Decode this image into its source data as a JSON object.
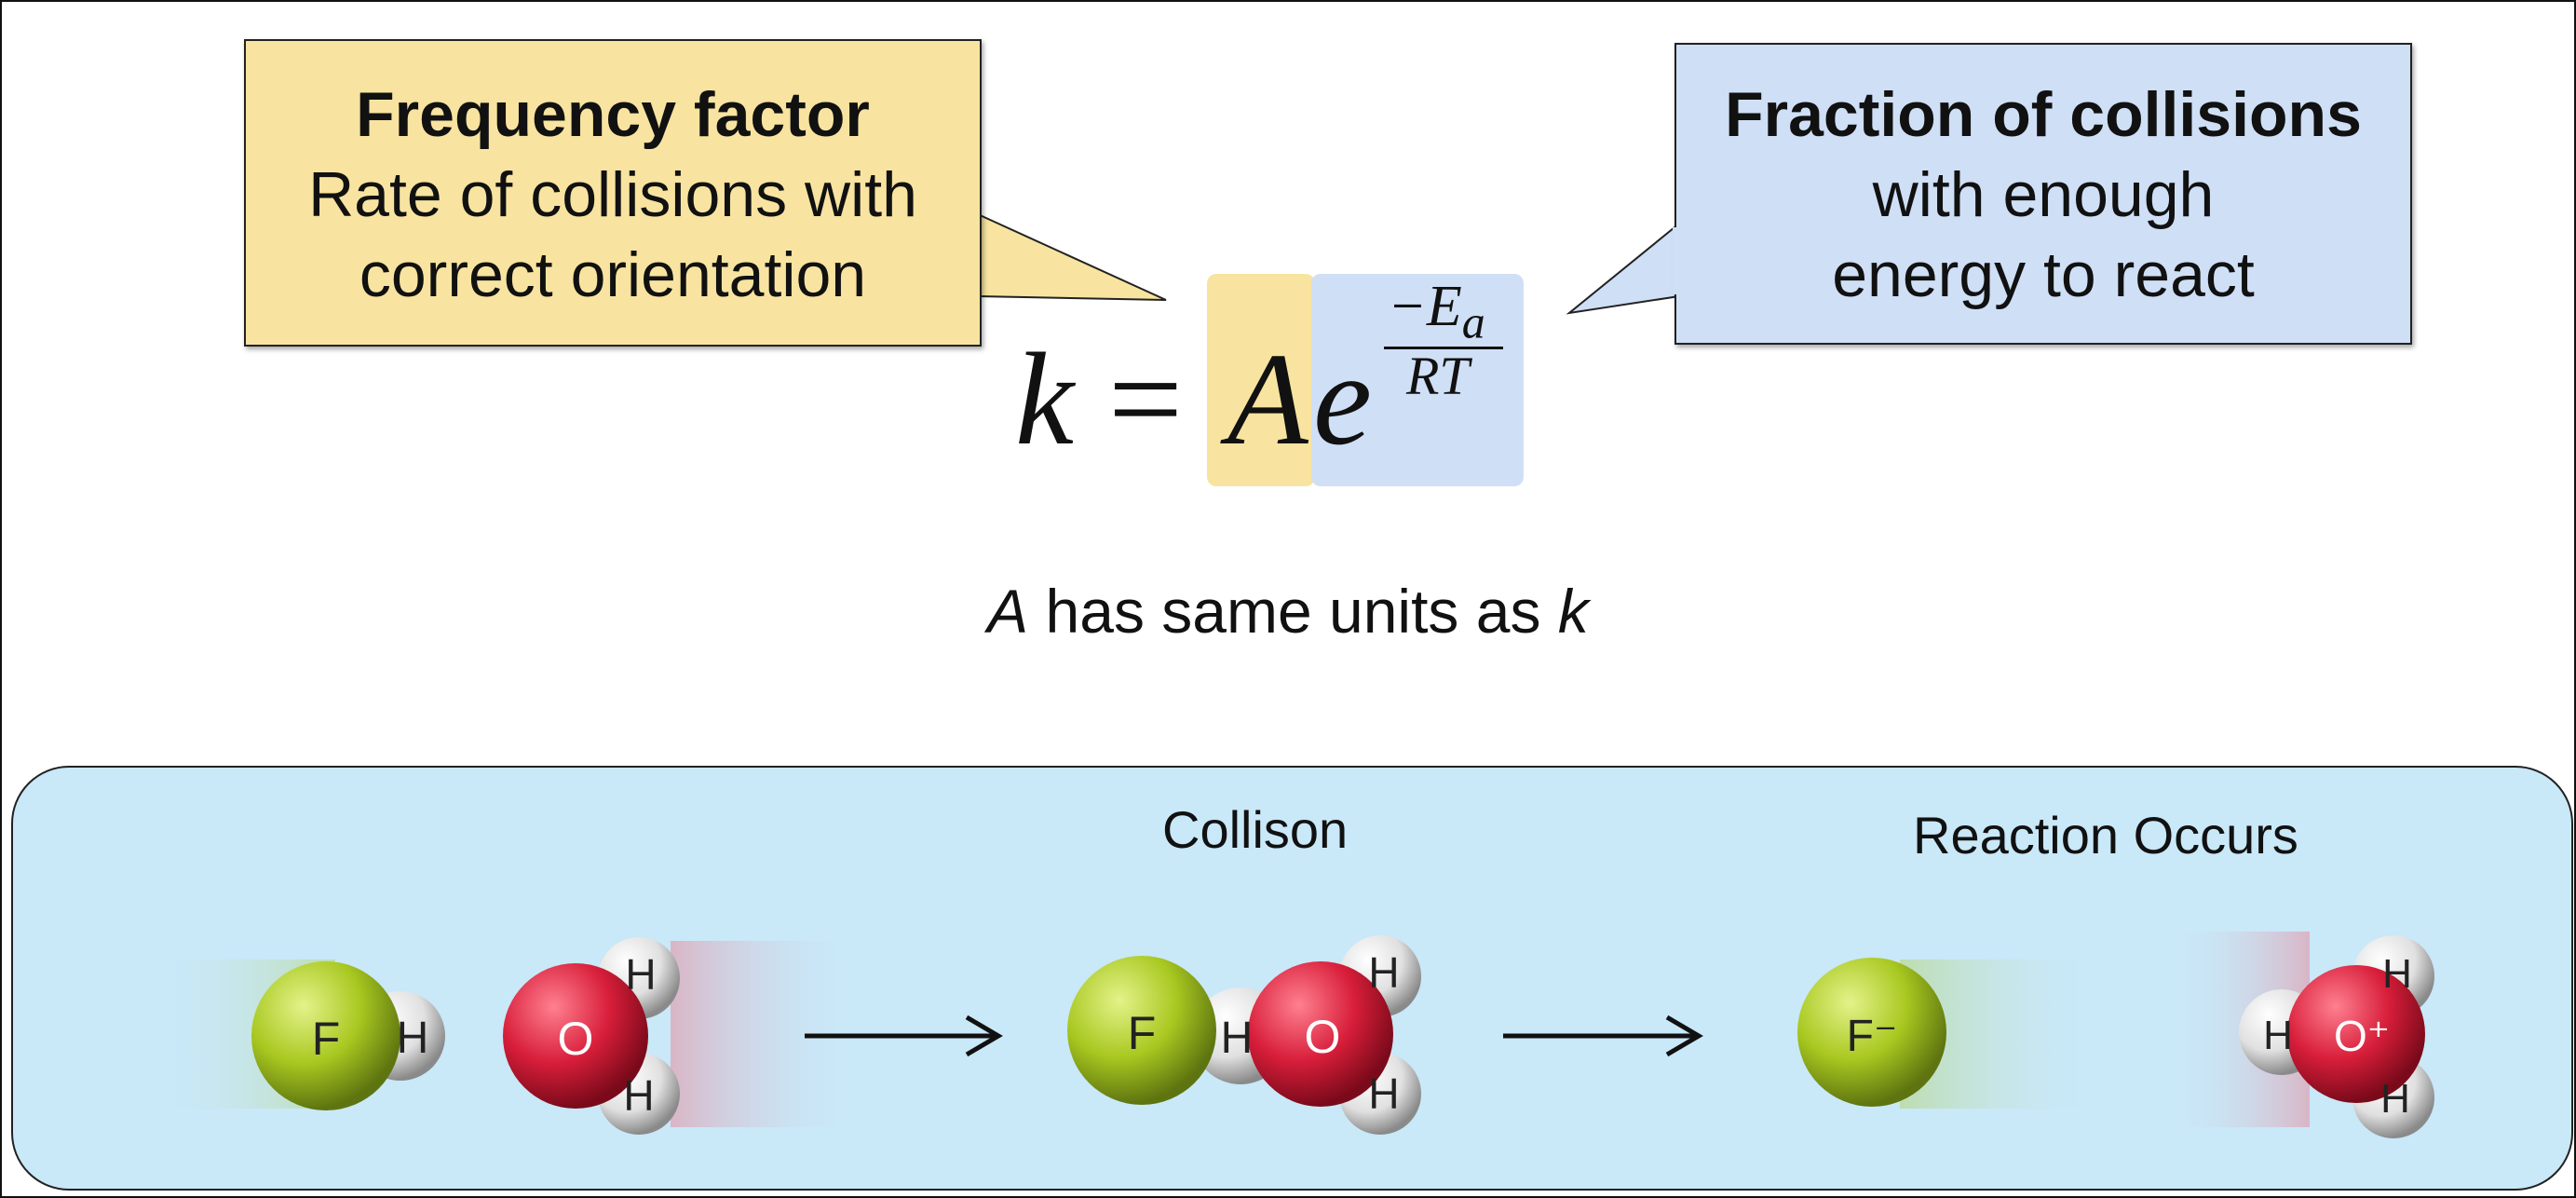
{
  "callouts": {
    "left": {
      "title": "Frequency factor",
      "line1": "Rate of collisions with",
      "line2": "correct orientation",
      "color": "#f8e4a0"
    },
    "right": {
      "title": "Fraction of collisions",
      "line1": "with enough",
      "line2": "energy to react",
      "color": "#cfdff6"
    }
  },
  "equation": {
    "k": "k",
    "equals": "=",
    "A": "A",
    "e": "e",
    "exp_num": "−E",
    "exp_sub": "a",
    "exp_den": "RT",
    "highlight_A_color": "#f8e4a0",
    "highlight_exp_color": "#cfdff6"
  },
  "units_note": {
    "A": "A",
    "mid": " has same units as ",
    "k": "k"
  },
  "panel": {
    "background": "#c9e8f8",
    "collision_label": "Collison",
    "reaction_label": "Reaction Occurs",
    "atoms": {
      "F": "F",
      "H": "H",
      "O": "O",
      "F_ion": "F⁻",
      "O_ion": "O⁺"
    },
    "colors": {
      "fluorine": "#a8c820",
      "oxygen": "#d81e3a",
      "hydrogen": "#e8e8e8"
    }
  }
}
